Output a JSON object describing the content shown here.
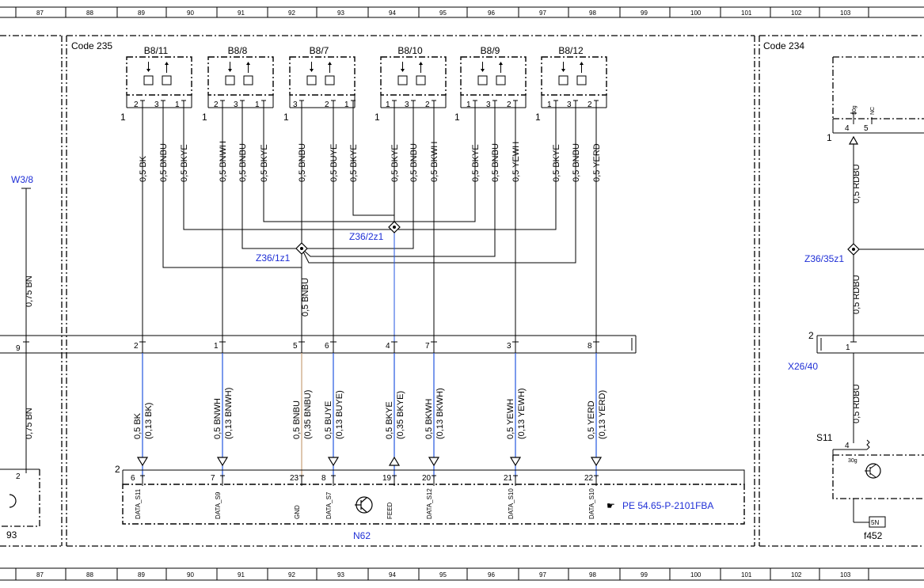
{
  "ruler": [
    "87",
    "88",
    "89",
    "90",
    "91",
    "92",
    "93",
    "94",
    "95",
    "96",
    "97",
    "98",
    "99",
    "100",
    "101",
    "102",
    "103"
  ],
  "colors": {
    "wire": "#000000",
    "signal": "#2356e0",
    "gnd": "#c8a078",
    "ref": "#1f2fd6"
  },
  "areas": {
    "left": "Code 235",
    "right": "Code 234"
  },
  "sensors": [
    "B8/11",
    "B8/8",
    "B8/7",
    "B8/10",
    "B8/9",
    "B8/12"
  ],
  "sensor_pin_marker": "1",
  "sensor_pins": [
    [
      "2",
      "3",
      "1"
    ],
    [
      "2",
      "3",
      "1"
    ],
    [
      "3",
      "2",
      "1"
    ],
    [
      "1",
      "3",
      "2"
    ],
    [
      "1",
      "3",
      "2"
    ],
    [
      "1",
      "3",
      "2"
    ]
  ],
  "upper_wires": [
    "0,5 BK",
    "0,5 BNBU",
    "0,5 BKYE",
    "0,5 BNWH",
    "0,5 BNBU",
    "0,5 BKYE",
    "0,5 BNBU",
    "0,5 BUYE",
    "0,5 BKYE",
    "0,5 BKYE",
    "0,5 BNBU",
    "0,5 BKWH",
    "0,5 BKYE",
    "0,5 BNBU",
    "0,5 YEWH",
    "0,5 BKYE",
    "0,5 BNBU",
    "0,5 YERD"
  ],
  "splices": {
    "z36_2z1": "Z36/2z1",
    "z36_1z1": "Z36/1z1",
    "z36_35z1": "Z36/35z1"
  },
  "splice_out_wire": "0,5 BNBU",
  "w38": {
    "label": "W3/8",
    "wire_upper": "0,75 BN",
    "wire_lower": "0,75 BN",
    "pin_top": "9",
    "pin_bottom": "2",
    "cell_ref": "93"
  },
  "connector_pins": [
    "2",
    "1",
    "5",
    "6",
    "4",
    "7",
    "3",
    "8"
  ],
  "lower_wires": [
    {
      "main": "0,5 BK",
      "sub": "(0,13 BK)"
    },
    {
      "main": "0,5 BNWH",
      "sub": "(0,13 BNWH)"
    },
    {
      "main": "0,5 BNBU",
      "sub": "(0,35 BNBU)"
    },
    {
      "main": "0,5 BUYE",
      "sub": "(0,13 BUYE)"
    },
    {
      "main": "0,5 BKYE",
      "sub": "(0,35 BKYE)"
    },
    {
      "main": "0,5 BKWH",
      "sub": "(0,13 BKWH)"
    },
    {
      "main": "0,5 YEWH",
      "sub": "(0,13 YEWH)"
    },
    {
      "main": "0,5 YERD",
      "sub": "(0,13 YERD)"
    }
  ],
  "n62": {
    "label": "N62",
    "connector_number": "2",
    "pins": [
      "6",
      "7",
      "23",
      "8",
      "19",
      "20",
      "21",
      "22"
    ],
    "signals": [
      "DATA_S11",
      "DATA_S9",
      "GND",
      "DATA_S7",
      "FEED",
      "DATA_S12",
      "DATA_S10",
      "DATA_S10"
    ],
    "reference": "PE 54.65-P-2101FBA"
  },
  "right": {
    "top_pins": [
      "4",
      "5"
    ],
    "top_pin_labels": [
      "30g",
      "NC"
    ],
    "top_marker": "1",
    "wire_upper": "0,5 RDBU",
    "wire_mid": "0,5 RDBU",
    "wire_lower": "0,5 RDBU",
    "x26_label": "X26/40",
    "x26_num": "2",
    "x26_pin": "1",
    "s11_label": "S11",
    "s11_pin": "4",
    "s11_pin_label": "30g",
    "fuse_value": "5N",
    "fuse_label": "f452"
  }
}
